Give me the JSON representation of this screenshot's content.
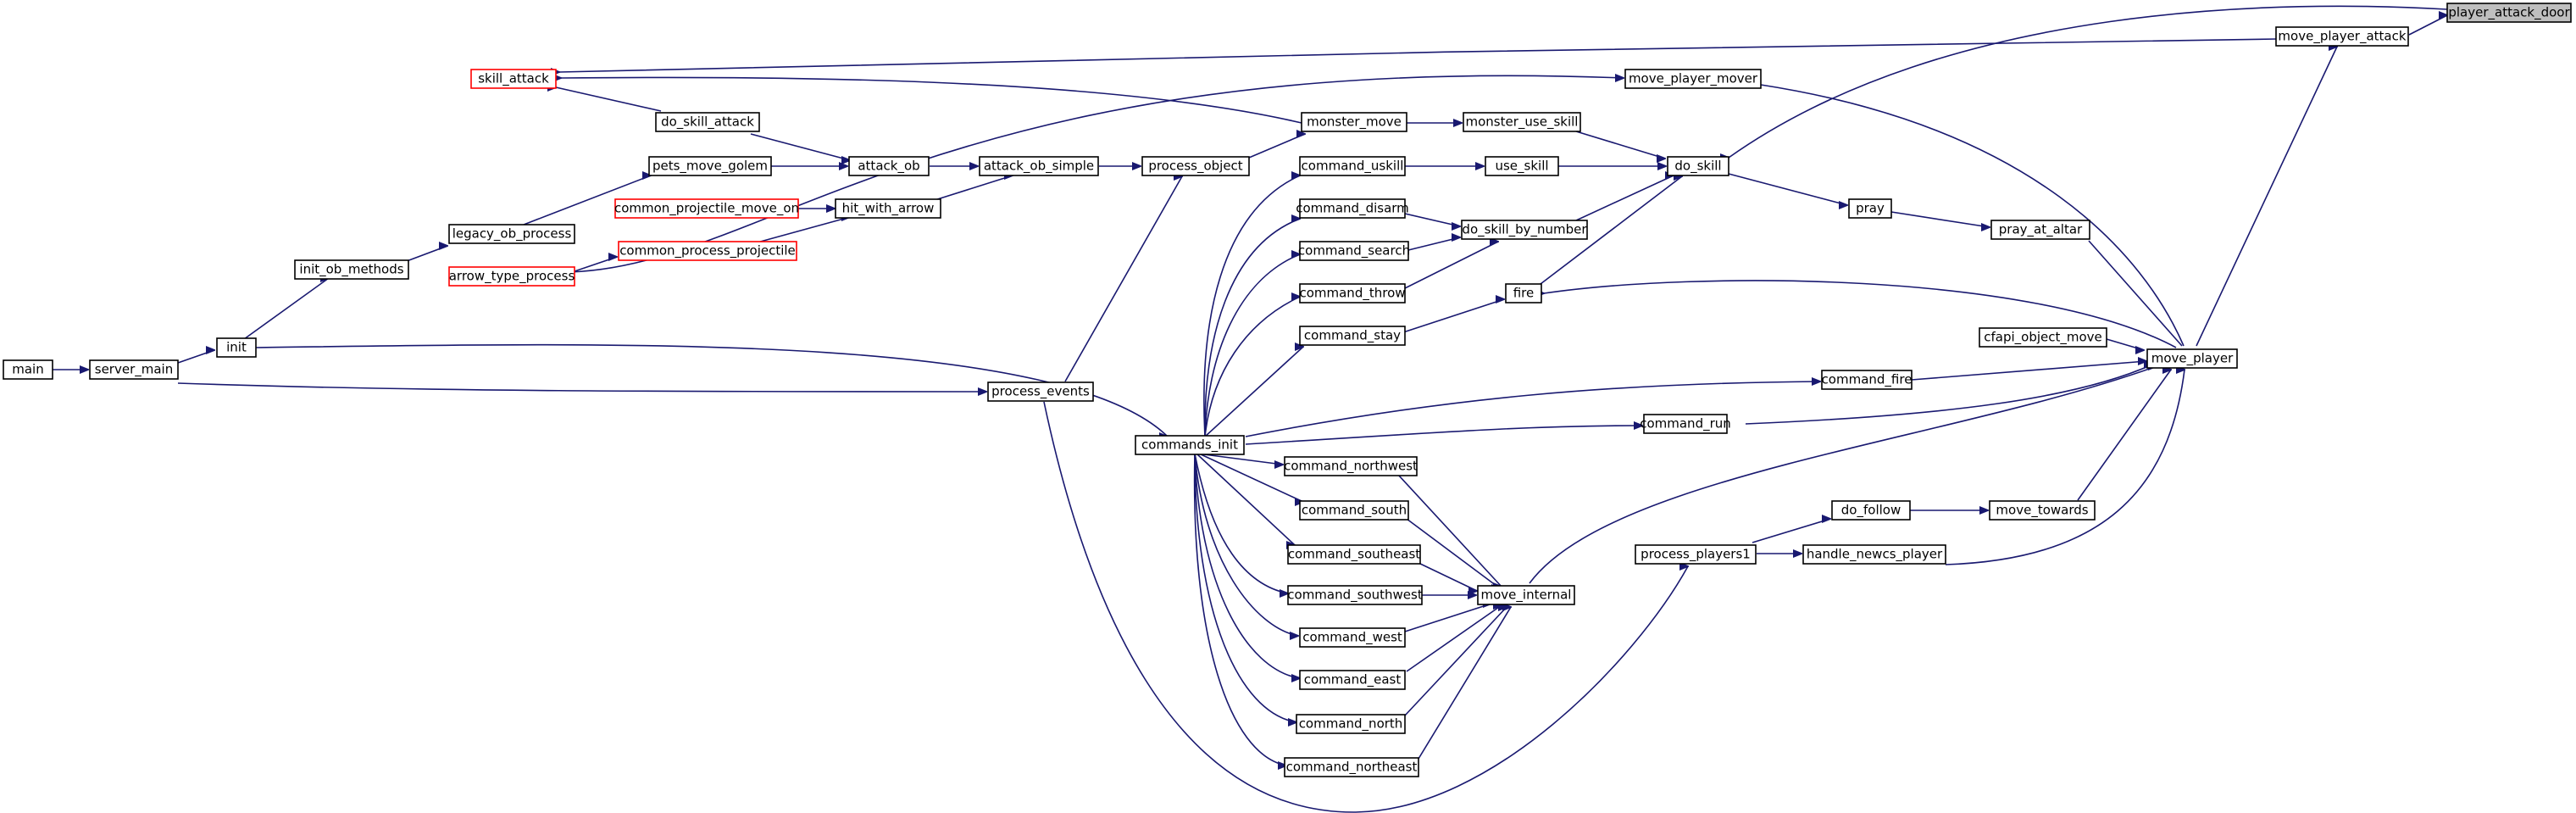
{
  "colors": {
    "edge": "#191970",
    "red_border": "#ff0000",
    "highlight_fill": "#bfbfbf"
  },
  "nodes": {
    "player_attack_door": "player_attack_door",
    "move_player_attack": "move_player_attack",
    "skill_attack": "skill_attack",
    "move_player_mover": "move_player_mover",
    "do_skill_attack": "do_skill_attack",
    "monster_move": "monster_move",
    "monster_use_skill": "monster_use_skill",
    "pets_move_golem": "pets_move_golem",
    "attack_ob": "attack_ob",
    "attack_ob_simple": "attack_ob_simple",
    "process_object": "process_object",
    "command_uskill": "command_uskill",
    "use_skill": "use_skill",
    "do_skill": "do_skill",
    "common_projectile_move_on": "common_projectile_move_on",
    "hit_with_arrow": "hit_with_arrow",
    "command_disarm": "command_disarm",
    "pray": "pray",
    "legacy_ob_process": "legacy_ob_process",
    "do_skill_by_number": "do_skill_by_number",
    "pray_at_altar": "pray_at_altar",
    "common_process_projectile": "common_process_projectile",
    "command_search": "command_search",
    "init_ob_methods": "init_ob_methods",
    "arrow_type_process": "arrow_type_process",
    "command_throw": "command_throw",
    "fire": "fire",
    "command_stay": "command_stay",
    "cfapi_object_move": "cfapi_object_move",
    "init": "init",
    "move_player": "move_player",
    "main": "main",
    "server_main": "server_main",
    "command_fire": "command_fire",
    "process_events": "process_events",
    "commands_init": "commands_init",
    "command_run": "command_run",
    "command_northwest": "command_northwest",
    "do_follow": "do_follow",
    "move_towards": "move_towards",
    "command_south": "command_south",
    "process_players1": "process_players1",
    "handle_newcs_player": "handle_newcs_player",
    "command_southeast": "command_southeast",
    "command_southwest": "command_southwest",
    "move_internal": "move_internal",
    "command_west": "command_west",
    "command_east": "command_east",
    "command_north": "command_north",
    "command_northeast": "command_northeast"
  }
}
